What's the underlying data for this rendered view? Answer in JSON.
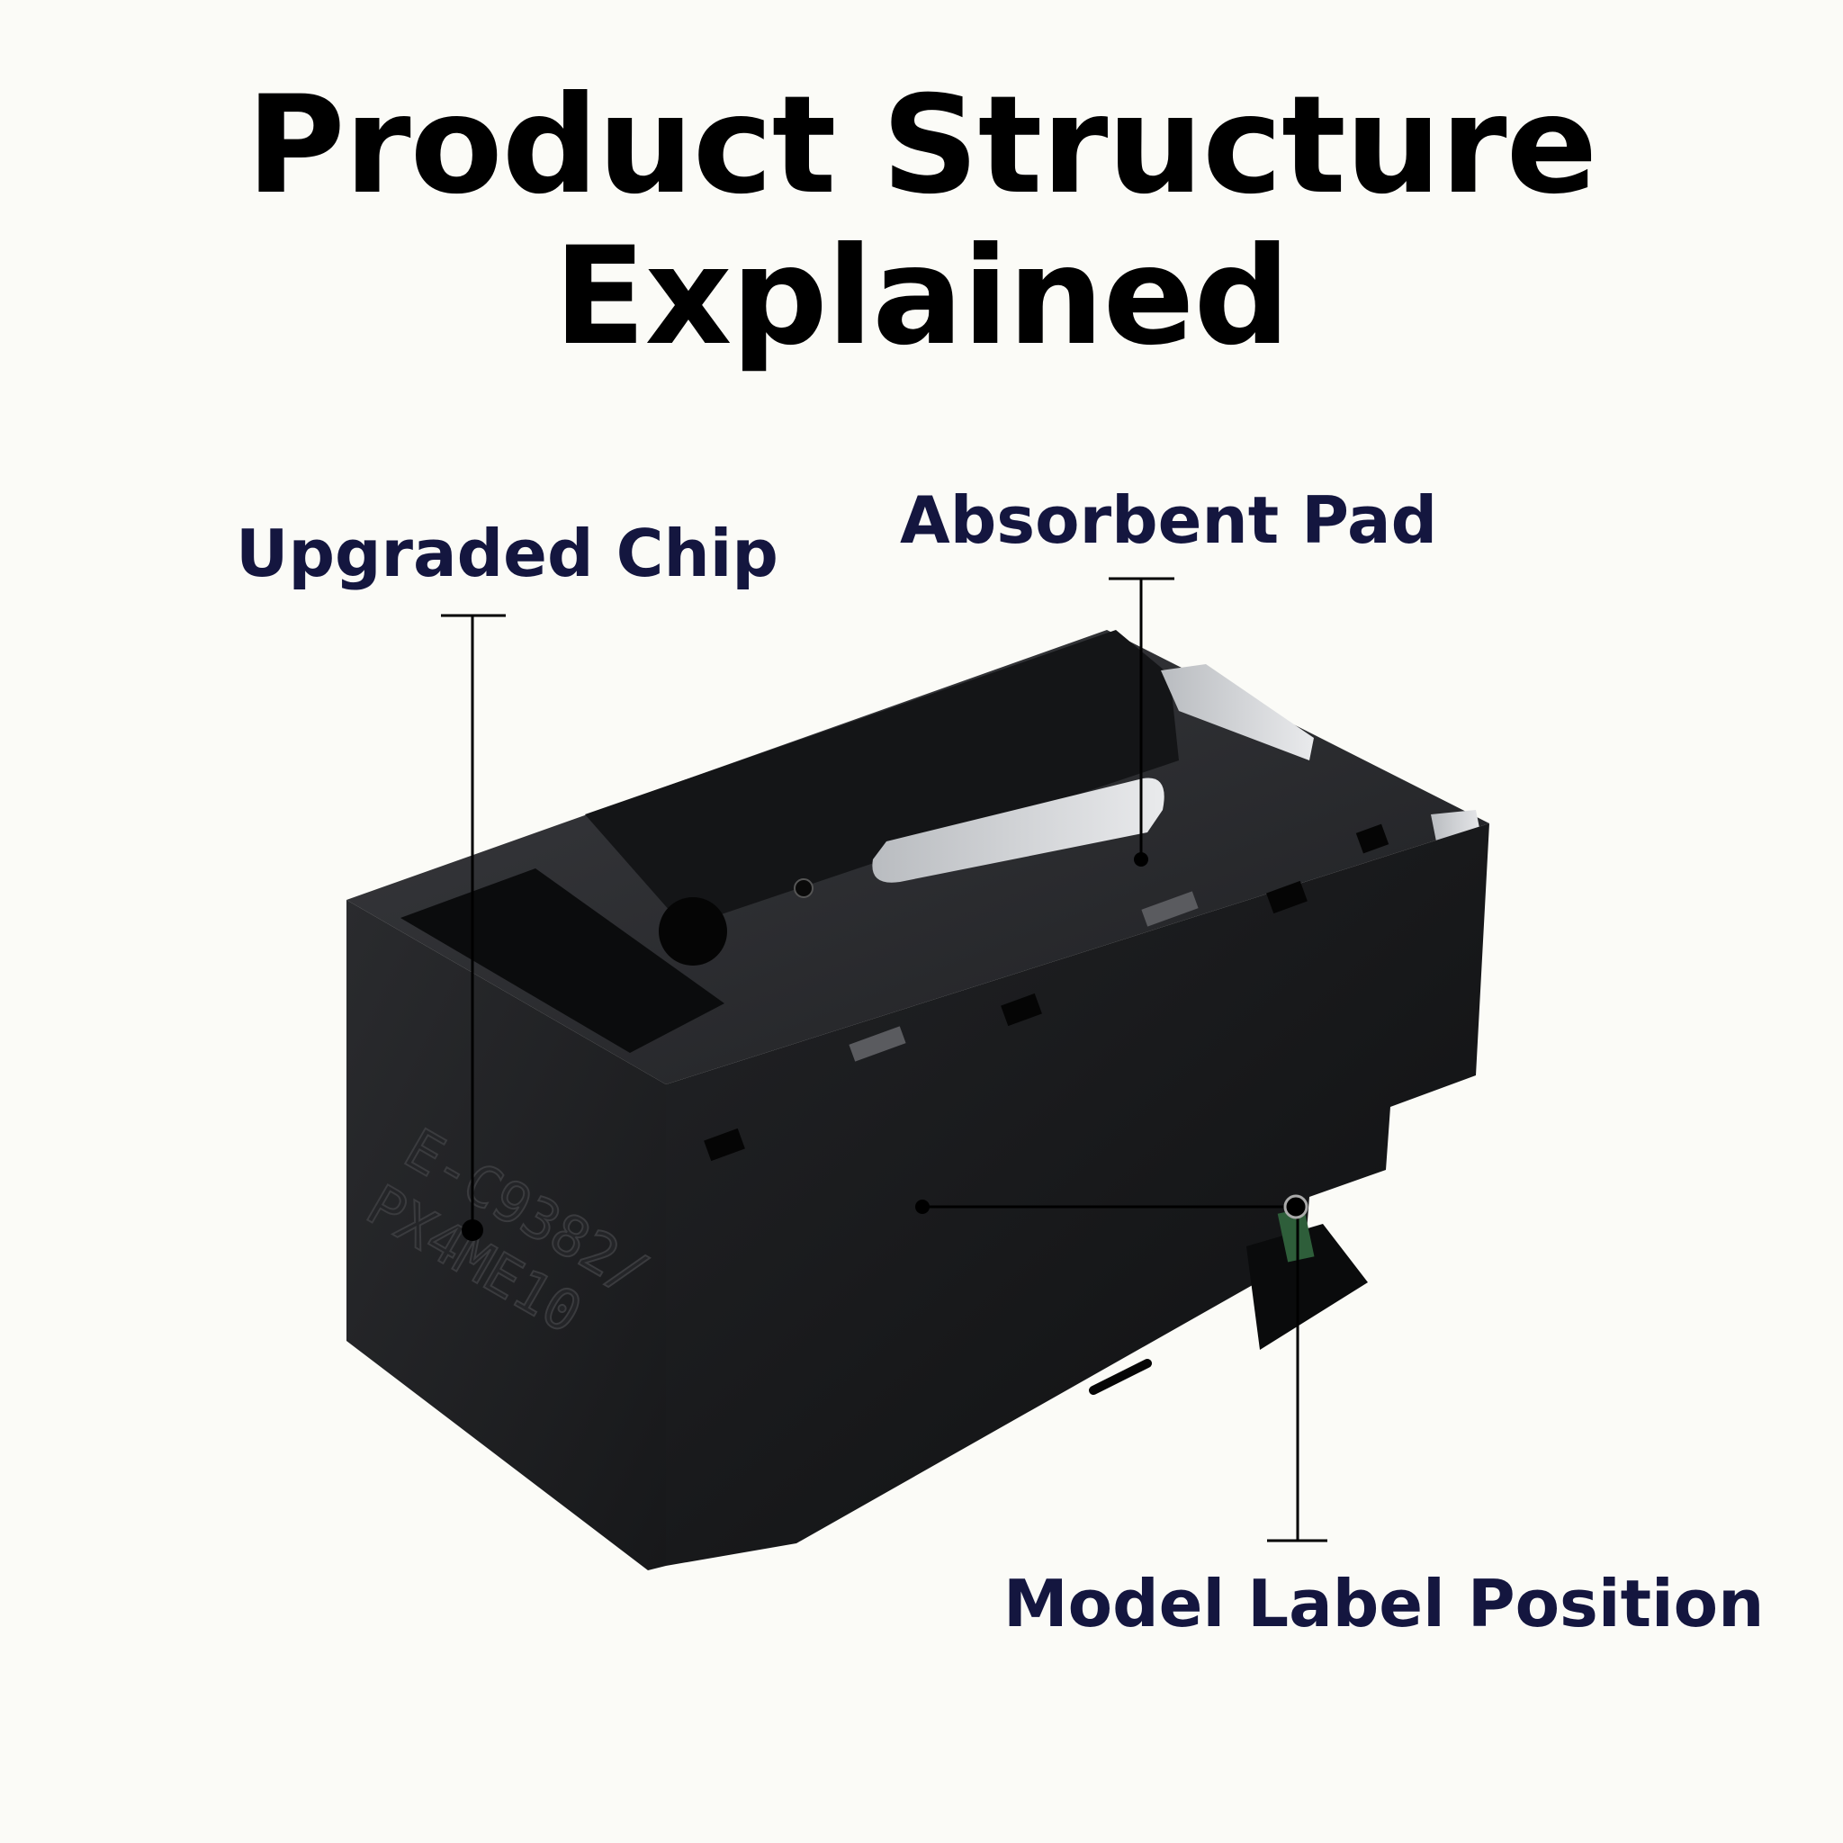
{
  "title": {
    "line1": "Product Structure",
    "line2": "Explained"
  },
  "callouts": {
    "upgraded_chip": "Upgraded Chip",
    "absorbent_pad": "Absorbent Pad",
    "model_label": "Model Label Position"
  },
  "embossed": {
    "line1": "E-C9382/",
    "line2": "PX4ME10"
  },
  "colors": {
    "title": "#000000",
    "callout": "#14163f",
    "body": "#1b1c1e",
    "background": "#fbfbf7"
  }
}
